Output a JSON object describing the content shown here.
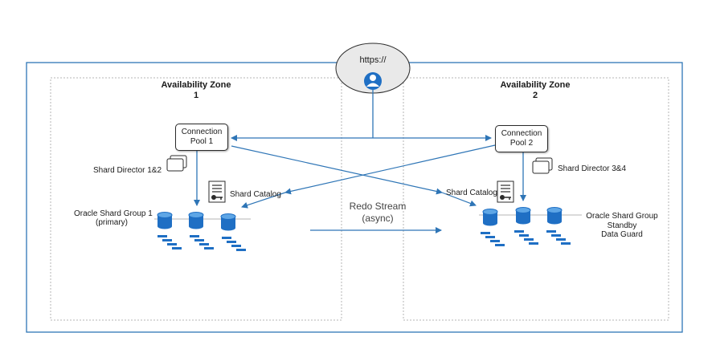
{
  "endpoint": {
    "label": "https://"
  },
  "zones": [
    {
      "title": "Availability Zone",
      "number": "1"
    },
    {
      "title": "Availability Zone",
      "number": "2"
    }
  ],
  "pools": [
    {
      "line1": "Connection",
      "line2": "Pool 1"
    },
    {
      "line1": "Connection",
      "line2": "Pool 2"
    }
  ],
  "directors": [
    {
      "label": "Shard Director 1&2"
    },
    {
      "label": "Shard Director 3&4"
    }
  ],
  "catalogs": [
    {
      "label": "Shard Catalog"
    },
    {
      "label": "Shard Catalog"
    }
  ],
  "shard_groups": [
    {
      "line1": "Oracle Shard Group 1",
      "line2": "(primary)"
    },
    {
      "line1": "Oracle Shard Group",
      "line2": "Standby",
      "line3": "Data Guard"
    }
  ],
  "redo": {
    "line1": "Redo Stream",
    "line2": "(async)"
  },
  "colors": {
    "border": "#2e75b6",
    "arrow": "#2e75b6",
    "db": "#1f6fc4",
    "db_top": "#5ea6e6",
    "ellipse": "#e9e9e9"
  }
}
